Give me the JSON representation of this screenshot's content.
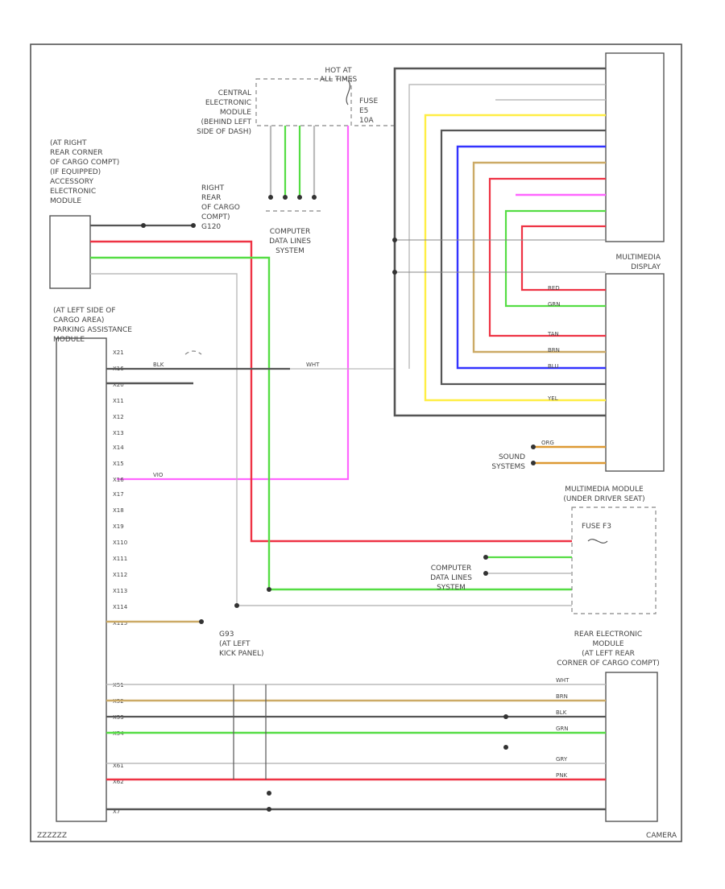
{
  "diagram": {
    "colors": {
      "wire_black": "#555555",
      "wire_white": "#bbbbbb",
      "wire_red": "#ee3344",
      "wire_green": "#55dd44",
      "wire_pink": "#ff66ff",
      "wire_yellow": "#ffee44",
      "wire_blue": "#3333ff",
      "wire_tan": "#ccaa66",
      "wire_grey": "#888888",
      "wire_orange": "#dd9933"
    },
    "labels": {
      "central_module": [
        "CENTRAL",
        "ELECTRONIC",
        "MODULE",
        "(BEHIND LEFT",
        "SIDE OF DASH)"
      ],
      "hot_at": [
        "HOT AT",
        "ALL TIMES"
      ],
      "fuse_left": [
        "FUSE",
        "E5",
        "10A"
      ],
      "accessory_module": [
        "(AT RIGHT",
        "REAR CORNER",
        "OF CARGO COMPT)",
        "(IF EQUIPPED)",
        "ACCESSORY",
        "ELECTRONIC",
        "MODULE"
      ],
      "ground_right_rear": [
        "RIGHT",
        "REAR",
        "OF CARGO",
        "COMPT)",
        "G120"
      ],
      "computer_data_lines_1": [
        "COMPUTER",
        "DATA LINES",
        "SYSTEM"
      ],
      "parking_assist": [
        "(AT LEFT SIDE OF",
        "CARGO AREA)",
        "PARKING ASSISTANCE",
        "MODULE"
      ],
      "multimedia_display": [
        "MULTIMEDIA",
        "DISPLAY"
      ],
      "sound_systems": [
        "SOUND",
        "SYSTEMS"
      ],
      "multimedia_module": [
        "MULTIMEDIA MODULE",
        "(UNDER DRIVER SEAT)"
      ],
      "fuse_right": "FUSE F3",
      "computer_data_lines_2": [
        "COMPUTER",
        "DATA LINES",
        "SYSTEM"
      ],
      "ground_left_kick": [
        "G93",
        "(AT LEFT",
        "KICK PANEL)"
      ],
      "rear_module": [
        "REAR ELECTRONIC",
        "MODULE",
        "(AT LEFT REAR",
        "CORNER OF CARGO COMPT)"
      ],
      "footer_left": "ZZZZZZ",
      "footer_right": "CAMERA"
    },
    "pins_parking": [
      "X21",
      "X16",
      "X20",
      "X11",
      "X12",
      "X13",
      "X14",
      "X15",
      "X16",
      "X17",
      "X18",
      "X19",
      "X110",
      "X111",
      "X112",
      "X113",
      "X114",
      "X115"
    ],
    "pins_parking_lower": [
      "X51",
      "X52",
      "X53",
      "X54",
      "X61",
      "X62",
      "X7"
    ],
    "wire_colors_text": {
      "blk": "BLK",
      "wht": "WHT",
      "red": "RED",
      "grn": "GRN",
      "vio": "VIO",
      "yel": "YEL",
      "blu": "BLU",
      "brn": "BRN",
      "pnk": "PNK",
      "gry": "GRY",
      "org": "ORG",
      "tan": "TAN"
    }
  }
}
